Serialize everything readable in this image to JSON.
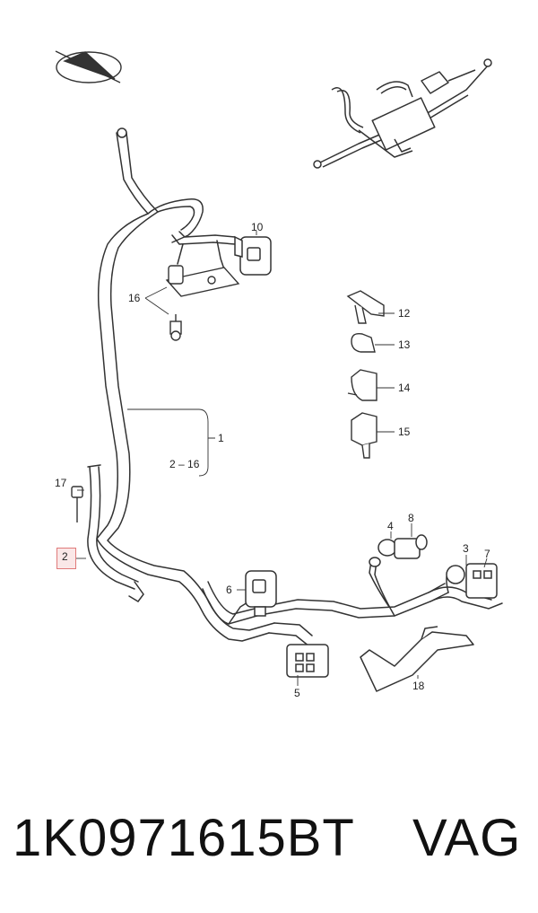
{
  "callouts": {
    "c1": "1",
    "c1_range": "2 – 16",
    "c2": "2",
    "c3": "3",
    "c4": "4",
    "c5": "5",
    "c6": "6",
    "c7": "7",
    "c8": "8",
    "c10": "10",
    "c12": "12",
    "c13": "13",
    "c14": "14",
    "c15": "15",
    "c16": "16",
    "c17": "17",
    "c18": "18"
  },
  "footer": {
    "part_number": "1K0971615BT",
    "make": "VAG"
  },
  "colors": {
    "line": "#333333",
    "highlight": "#e07a7a"
  }
}
